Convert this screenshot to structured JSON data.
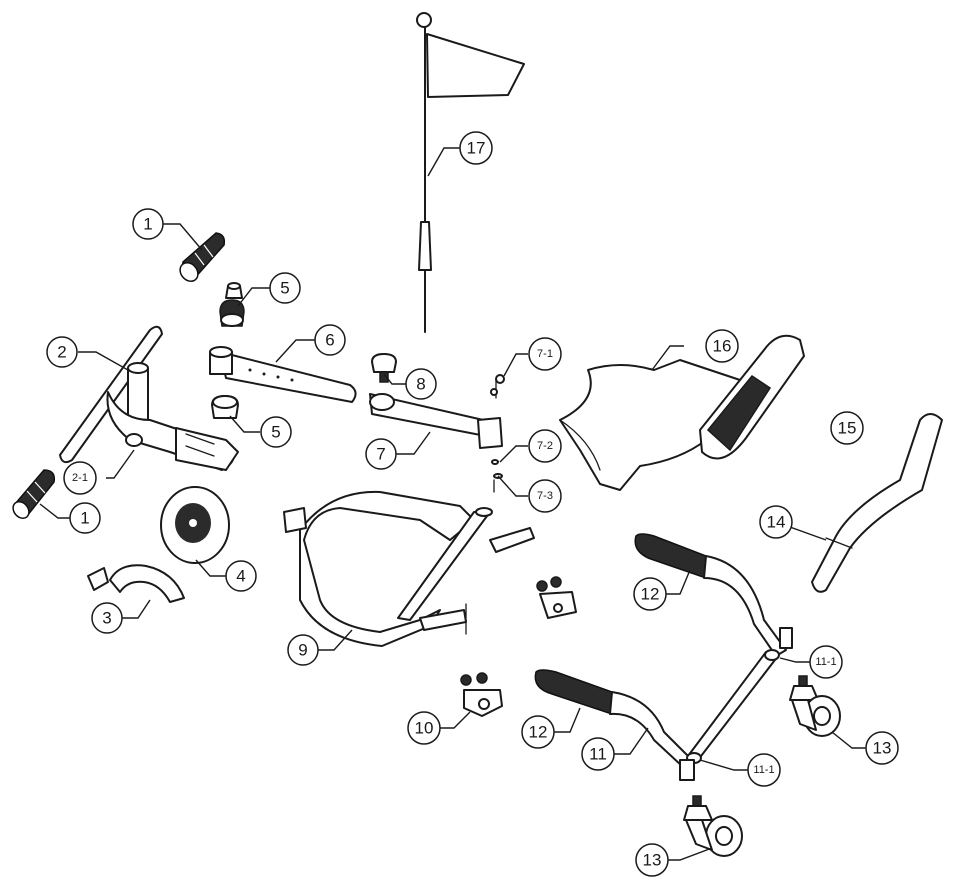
{
  "callouts": {
    "c1a": "1",
    "c1b": "1",
    "c2": "2",
    "c2_1": "2-1",
    "c3": "3",
    "c4": "4",
    "c5a": "5",
    "c5b": "5",
    "c6": "6",
    "c7": "7",
    "c7_1": "7-1",
    "c7_2": "7-2",
    "c7_3": "7-3",
    "c8": "8",
    "c9": "9",
    "c10": "10",
    "c11": "11",
    "c11_1a": "11-1",
    "c11_1b": "11-1",
    "c12a": "12",
    "c12b": "12",
    "c13a": "13",
    "c13b": "13",
    "c14": "14",
    "c15": "15",
    "c16": "16",
    "c17": "17"
  },
  "colors": {
    "line": "#1a1a1a",
    "background": "#ffffff",
    "grip": "#2b2b2b"
  }
}
